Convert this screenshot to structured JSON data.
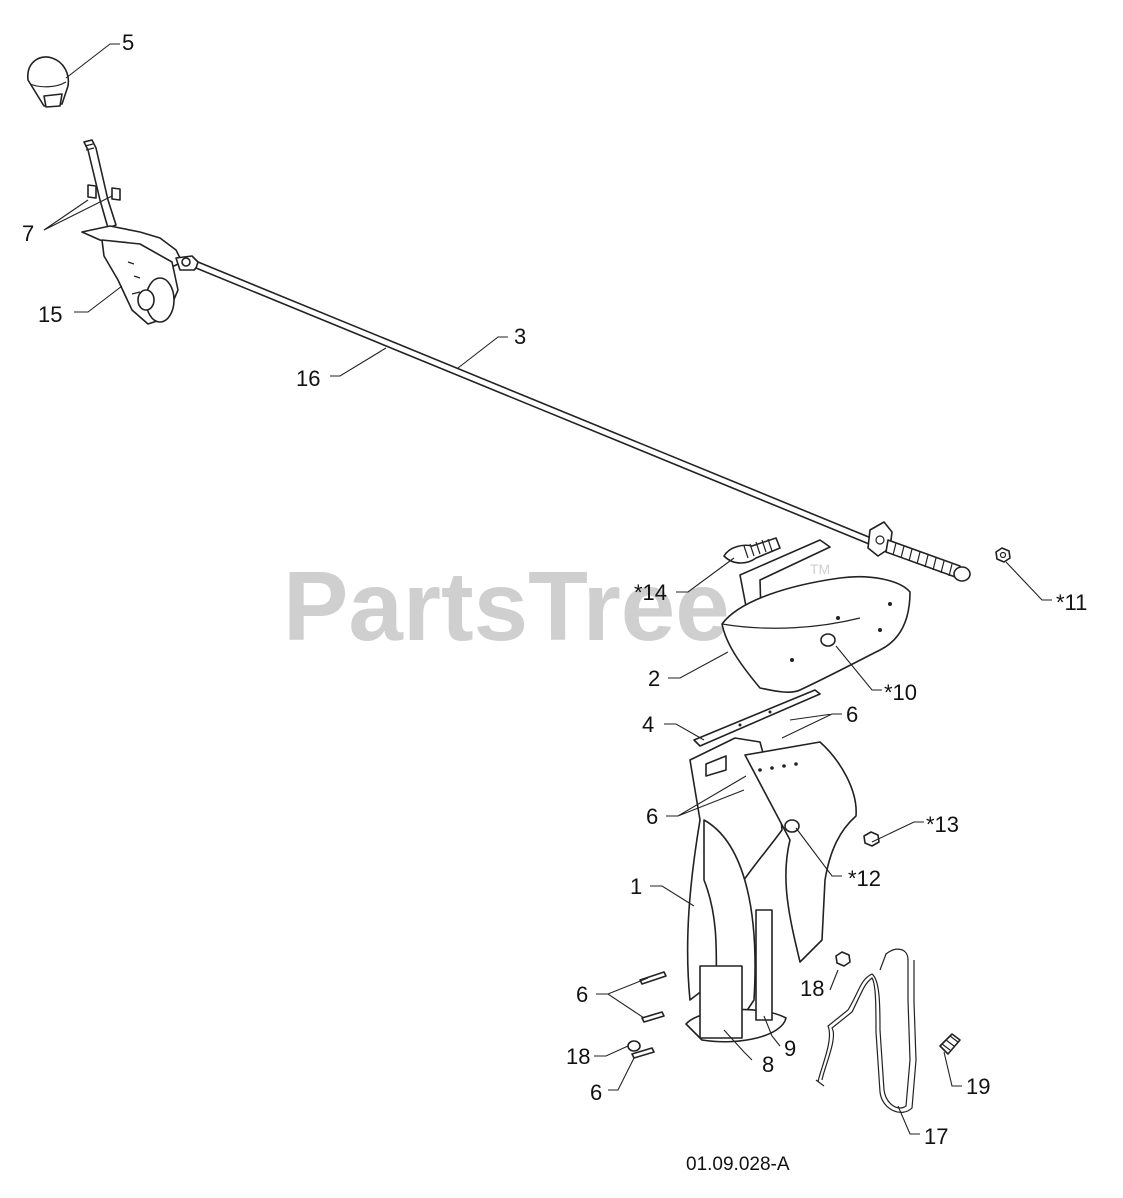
{
  "watermark": {
    "text": "PartsTree",
    "trademark": "TM"
  },
  "figure_code": "01.09.028-A",
  "callouts": {
    "c5": "5",
    "c7": "7",
    "c15": "15",
    "c16": "16",
    "c3": "3",
    "c14": "*14",
    "c11": "*11",
    "c2": "2",
    "c10": "*10",
    "c4": "4",
    "c6a": "6",
    "c6b": "6",
    "c13": "*13",
    "c12": "*12",
    "c1": "1",
    "c6c": "6",
    "c18a": "18",
    "c6d": "6",
    "c18b": "18",
    "c8": "8",
    "c9": "9",
    "c19": "19",
    "c17": "17"
  }
}
